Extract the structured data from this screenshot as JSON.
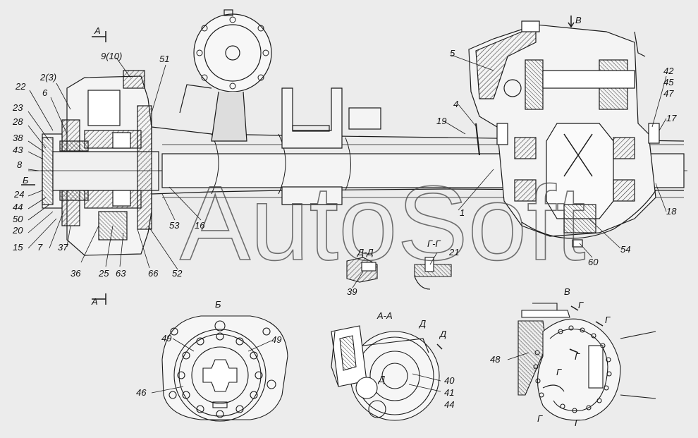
{
  "watermark": "AutoSoft",
  "labels": {
    "l_9_10": "9(10)",
    "l_51": "51",
    "l_2_3": "2(3)",
    "l_22": "22",
    "l_6": "6",
    "l_23": "23",
    "l_28": "28",
    "l_38": "38",
    "l_43": "43",
    "l_8": "8",
    "l_24": "24",
    "l_44a": "44",
    "l_50": "50",
    "l_20": "20",
    "l_15": "15",
    "l_7": "7",
    "l_37": "37",
    "l_36": "36",
    "l_25": "25",
    "l_63": "63",
    "l_66": "66",
    "l_52": "52",
    "l_53": "53",
    "l_16": "16",
    "l_5": "5",
    "l_4": "4",
    "l_19": "19",
    "l_1": "1",
    "l_42": "42",
    "l_45": "45",
    "l_47": "47",
    "l_17": "17",
    "l_18": "18",
    "l_54": "54",
    "l_60": "60",
    "l_21": "21",
    "l_39": "39",
    "l_49a": "49",
    "l_49b": "49",
    "l_46": "46",
    "l_40": "40",
    "l_41": "41",
    "l_44b": "44",
    "l_48": "48"
  },
  "sections": {
    "a_top": "А",
    "a_bottom": "А",
    "b_marker": "Б",
    "v_marker": "В",
    "dd": "Д-Д",
    "gg": "Г-Г",
    "view_b": "Б",
    "view_aa": "А-А",
    "view_v": "В",
    "d1": "Д",
    "d2": "Д",
    "d3": "Д",
    "g1": "Г",
    "g2": "Г",
    "g3": "Г",
    "g4": "Г",
    "g5": "Г",
    "g6": "Г"
  },
  "colors": {
    "line": "#1a1a1a",
    "hatch": "#3a3a3a",
    "background": "#ececec",
    "section_fill": "#dcdcdc"
  }
}
